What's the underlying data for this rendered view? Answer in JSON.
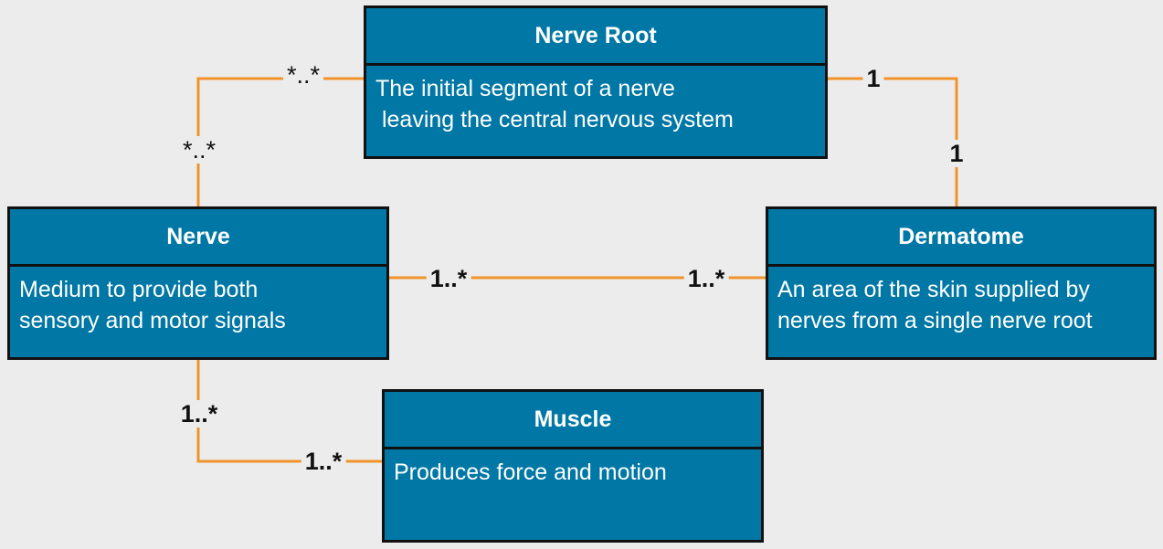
{
  "colors": {
    "background": "#ececec",
    "entity_fill": "#0077a4",
    "entity_border": "#111111",
    "connector": "#f0932b"
  },
  "entities": {
    "nerve_root": {
      "title": "Nerve Root",
      "description": "The initial segment of a nerve\n leaving the central nervous system"
    },
    "nerve": {
      "title": "Nerve",
      "description": "Medium to provide both\nsensory and motor signals"
    },
    "dermatome": {
      "title": "Dermatome",
      "description": "An area of the skin supplied by\nnerves from a single nerve root"
    },
    "muscle": {
      "title": "Muscle",
      "description": "Produces force and motion"
    }
  },
  "associations": {
    "root_nerve": {
      "root_end": "*..*",
      "nerve_end": "*..*"
    },
    "root_dermatome": {
      "root_end": "1",
      "dermatome_end": "1"
    },
    "nerve_dermatome": {
      "nerve_end": "1..*",
      "dermatome_end": "1..*"
    },
    "nerve_muscle": {
      "nerve_end": "1..*",
      "muscle_end": "1..*"
    }
  }
}
